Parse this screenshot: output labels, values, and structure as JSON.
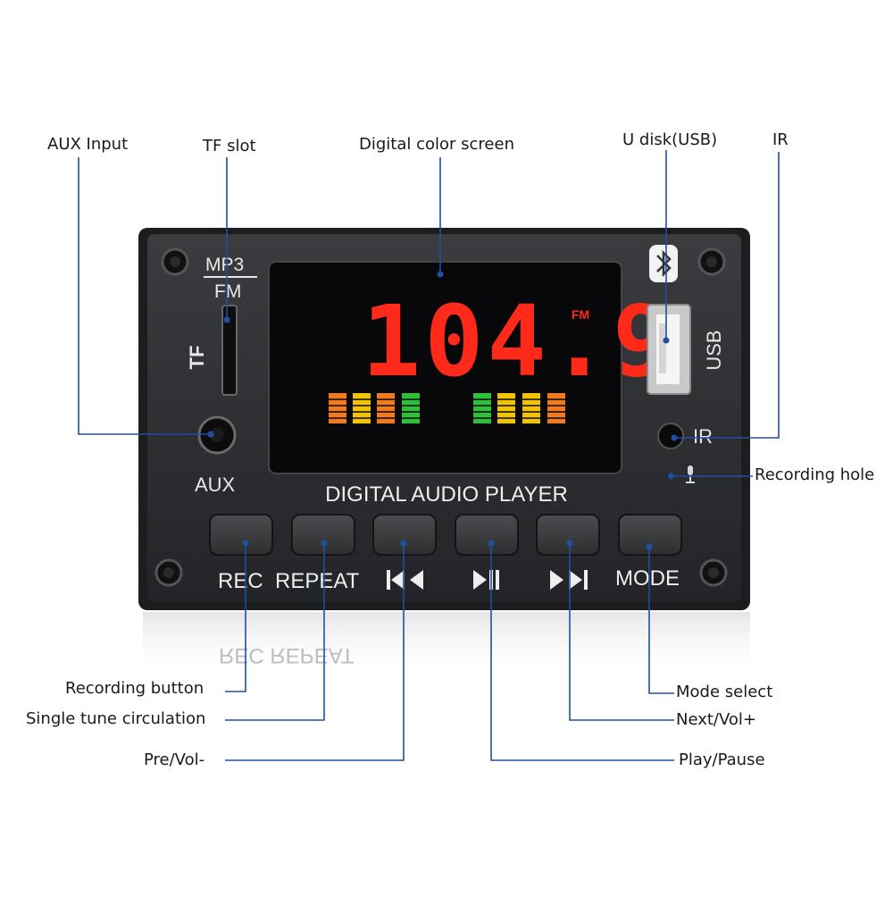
{
  "callouts": {
    "aux_input": "AUX Input",
    "tf_slot": "TF slot",
    "digital_screen": "Digital color screen",
    "u_disk": "U disk(USB)",
    "ir": "IR",
    "recording_hole": "Recording hole",
    "recording_button": "Recording button",
    "single_tune": "Single tune circulation",
    "pre_vol": "Pre/Vol-",
    "mode_select": "Mode select",
    "next_vol": "Next/Vol+",
    "play_pause": "Play/Pause"
  },
  "panel": {
    "mp3": "MP3",
    "fm": "FM",
    "tf": "TF",
    "aux": "AUX",
    "usb": "USB",
    "ir": "IR",
    "title": "DIGITAL AUDIO PLAYER",
    "btn_rec": "REC",
    "btn_repeat": "REPEAT",
    "btn_mode": "MODE",
    "reflection": "REC REPEAT"
  },
  "display": {
    "frequency": "104.9",
    "band": "FM"
  },
  "colors": {
    "leader_line": "#1f4fa3",
    "panel": "#2a2c2e",
    "display_text": "#ff2a1a",
    "accent_green": "#2fbf3a",
    "accent_yellow": "#f2c400",
    "accent_orange": "#f07a1c"
  }
}
